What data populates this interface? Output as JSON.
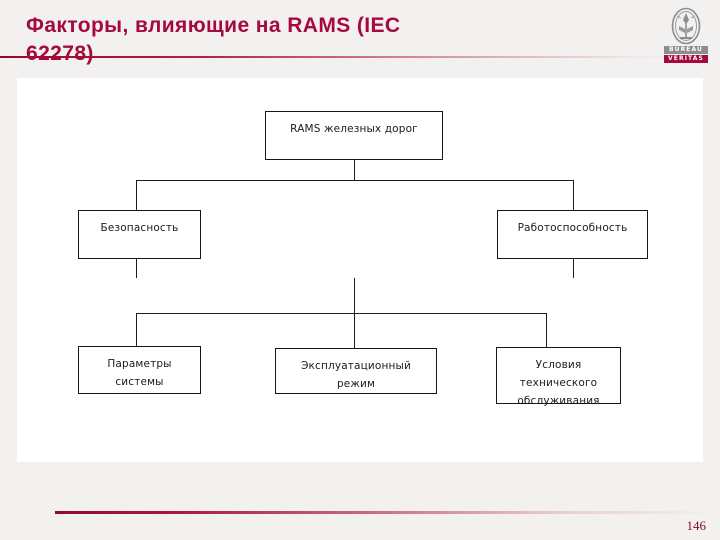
{
  "slide": {
    "title": "Факторы, влияющие на RAMS (IEC\n    62278)",
    "page_number": "146",
    "accent_color": "#a6093d",
    "panel_color": "#ffffff",
    "background_color": "#f2f1ef"
  },
  "logo": {
    "name": "bureau-veritas-logo",
    "line1": "BUREAU",
    "line2": "VERITAS",
    "line1_color": "#8d8d8d",
    "line2_color": "#a6093d"
  },
  "diagram": {
    "type": "tree",
    "nodes": [
      {
        "id": "root",
        "label": "RAMS железных дорог",
        "level": 1
      },
      {
        "id": "safety",
        "label": "Безопасность",
        "level": 2
      },
      {
        "id": "operability",
        "label": "Работоспособность",
        "level": 2
      },
      {
        "id": "sysparams",
        "label": "Параметры\nсистемы",
        "level": 3
      },
      {
        "id": "opmode",
        "label": "Эксплуатационный\nрежим",
        "level": 3
      },
      {
        "id": "maintenance",
        "label": "Условия\nтехнического\nобслуживания",
        "level": 3
      }
    ],
    "edges": [
      {
        "from": "root",
        "to": "safety"
      },
      {
        "from": "root",
        "to": "operability"
      },
      {
        "from": "operability",
        "to": "sysparams"
      },
      {
        "from": "operability",
        "to": "opmode"
      },
      {
        "from": "operability",
        "to": "maintenance"
      }
    ]
  }
}
